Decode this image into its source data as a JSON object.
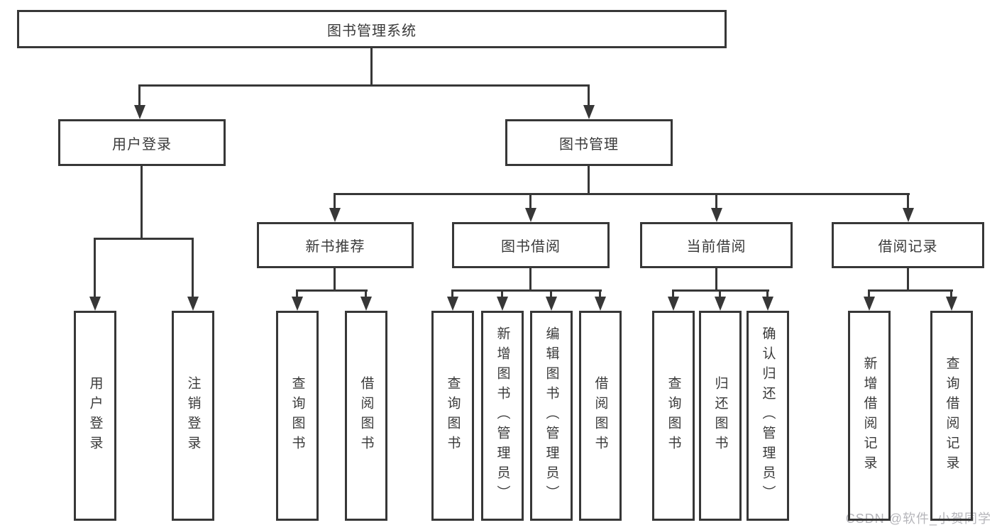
{
  "diagram": {
    "nodes": {
      "root": "图书管理系统",
      "user_login": "用户登录",
      "book_management": "图书管理",
      "new_book_recommend": "新书推荐",
      "book_borrow": "图书借阅",
      "current_borrow": "当前借阅",
      "borrow_records": "借阅记录"
    },
    "leaves": {
      "user_login": "用户登录",
      "logout": "注销登录",
      "recommend_query": "查询图书",
      "recommend_borrow": "借阅图书",
      "borrow_query": "查询图书",
      "borrow_add": "新增图书（管理员）",
      "borrow_edit": "编辑图书（管理员）",
      "borrow_borrow": "借阅图书",
      "current_query": "查询图书",
      "current_return": "归还图书",
      "current_confirm": "确认归还（管理员）",
      "records_add": "新增借阅记录",
      "records_query": "查询借阅记录"
    }
  },
  "watermark": "CSDN @软件_小贺同学",
  "colors": {
    "line": "#373737",
    "text": "#3a3a3a",
    "background": "#ffffff",
    "watermark": "#b5b5ba"
  }
}
